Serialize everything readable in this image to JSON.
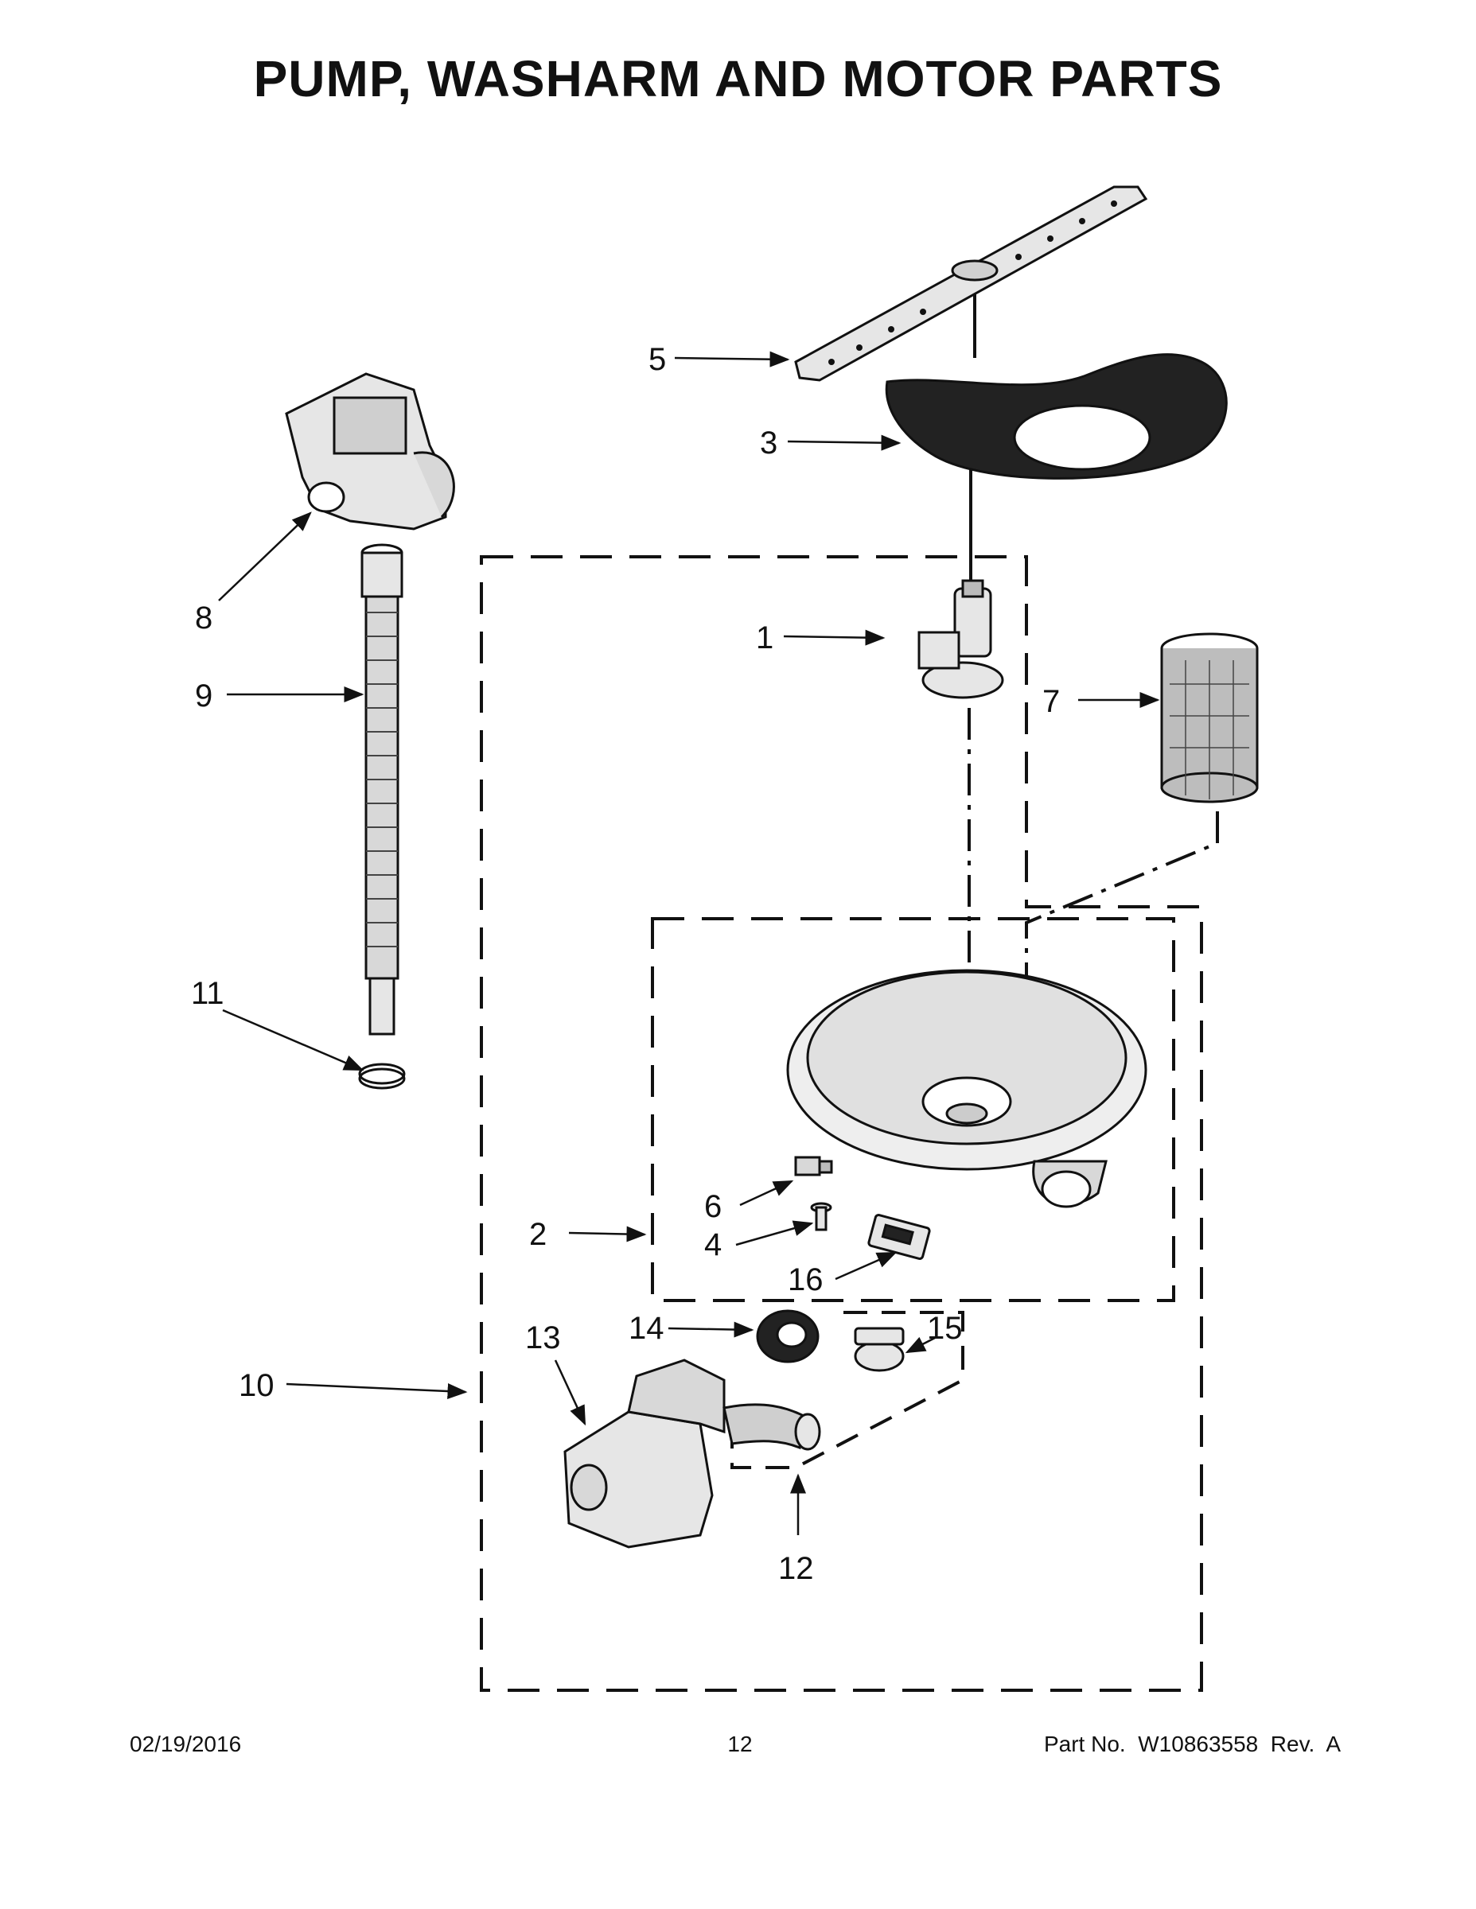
{
  "title": "PUMP, WASHARM AND MOTOR PARTS",
  "callouts": {
    "c1": "1",
    "c2": "2",
    "c3": "3",
    "c4": "4",
    "c5": "5",
    "c6": "6",
    "c7": "7",
    "c8": "8",
    "c9": "9",
    "c10": "10",
    "c11": "11",
    "c12": "12",
    "c13": "13",
    "c14": "14",
    "c15": "15",
    "c16": "16"
  },
  "footer": {
    "date": "02/19/2016",
    "page": "12",
    "part_no": "Part No.  W10863558  Rev.  A"
  },
  "colors": {
    "line": "#111111",
    "part_fill": "#e6e6e6",
    "dark_fill": "#222222"
  }
}
